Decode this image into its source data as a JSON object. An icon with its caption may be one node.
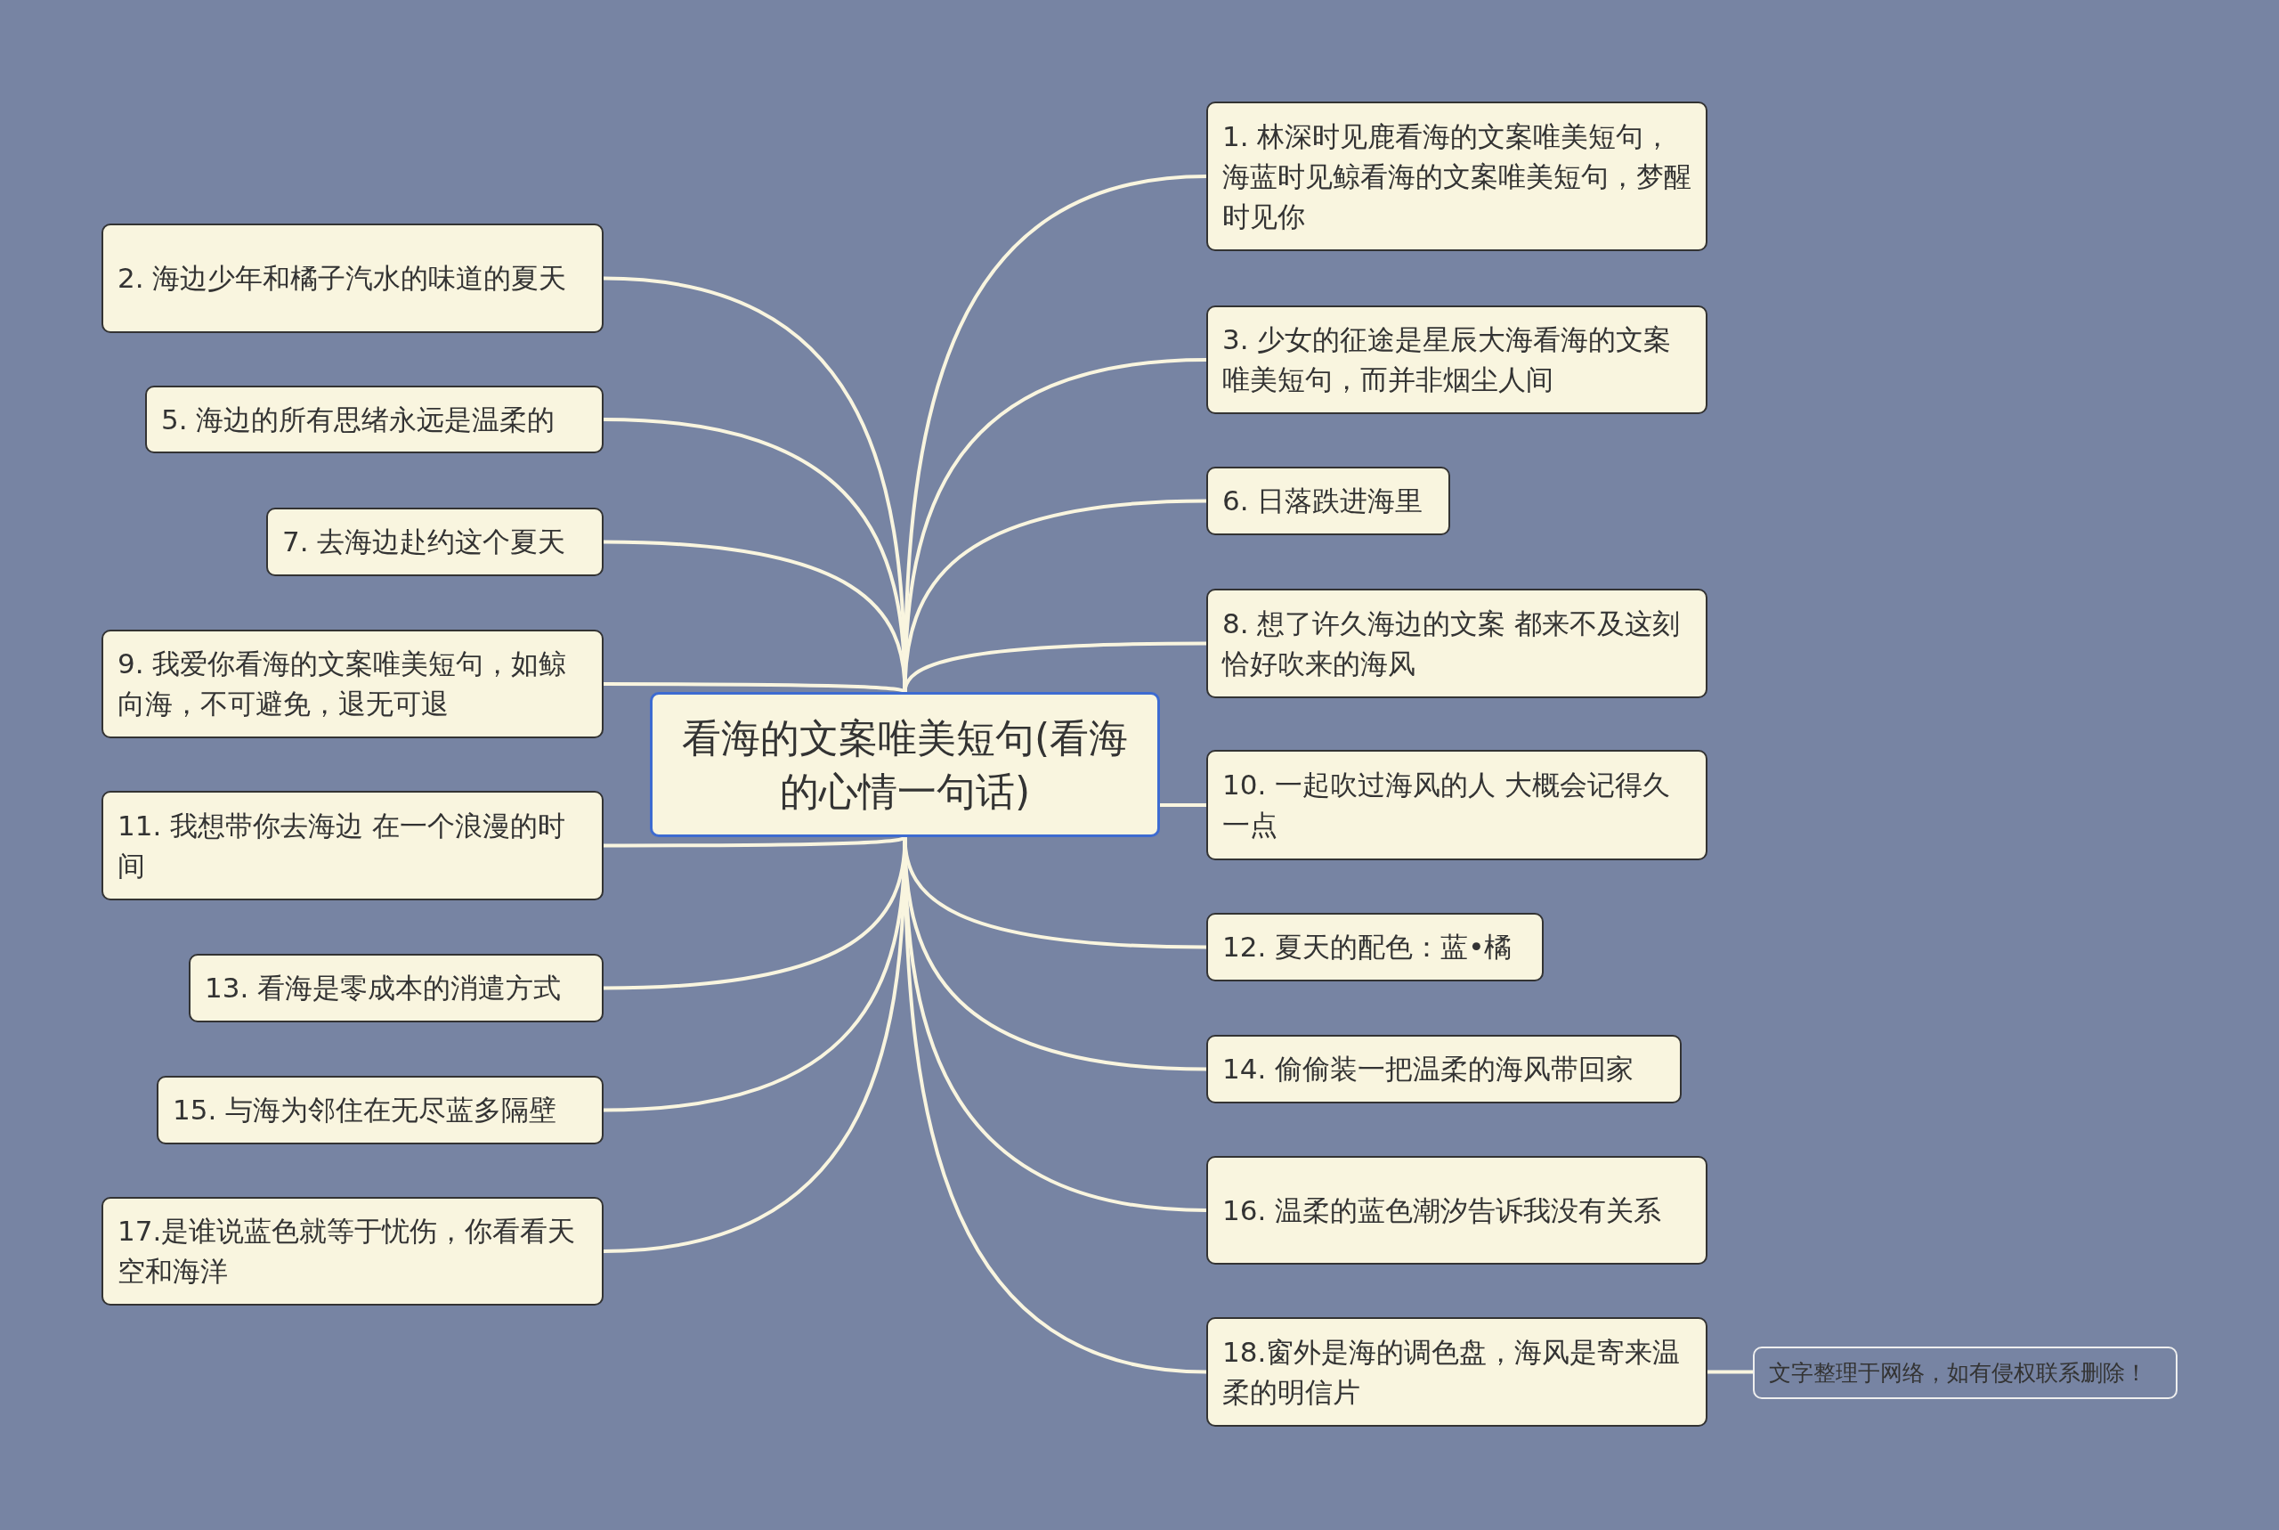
{
  "diagram": {
    "nodes": [
      {
        "text": [
          "看海的文案唯美短句(看海的心情一句话)"
        ]
      },
      {
        "text": [
          "1. 林深时见鹿看海的文案唯美短句，海蓝时见鲸看海的文案唯美短句，梦醒时见你"
        ]
      },
      {
        "text": [
          "2. 海边少年和橘子汽水的味道的夏天"
        ]
      },
      {
        "text": [
          "3. 少女的征途是星辰大海看海的文案唯美短句，而并非烟尘人间"
        ]
      },
      {
        "text": [
          "5. 海边的所有思绪永远是温柔的"
        ]
      },
      {
        "text": [
          "6. 日落跌进海里"
        ]
      },
      {
        "text": [
          "7. 去海边赴约这个夏天"
        ]
      },
      {
        "text": [
          "8. 想了许久海边的文案 都来不及这刻恰好吹来的海风"
        ]
      },
      {
        "text": [
          "9. 我爱你看海的文案唯美短句，如鲸向海，不可避免，退无可退"
        ]
      },
      {
        "text": [
          "10. 一起吹过海风的人 大概会记得久一点"
        ]
      },
      {
        "text": [
          "11. 我想带你去海边 在一个浪漫的时间"
        ]
      },
      {
        "text": [
          "12. 夏天的配色：蓝•橘"
        ]
      },
      {
        "text": [
          "13. 看海是零成本的消遣方式"
        ]
      },
      {
        "text": [
          "14. 偷偷装一把温柔的海风带回家"
        ]
      },
      {
        "text": [
          "15. 与海为邻住在无尽蓝多隔壁"
        ]
      },
      {
        "text": [
          "16. 温柔的蓝色潮汐告诉我没有关系"
        ]
      },
      {
        "text": [
          "17.是谁说蓝色就等于忧伤，你看看天空和海洋"
        ]
      },
      {
        "text": [
          "18.窗外是海的调色盘，海风是寄来温柔的明信片"
        ]
      },
      {
        "text": [
          "文字整理于网络，如有侵权联系删除！"
        ]
      }
    ],
    "edges": [
      {
        "from": 0,
        "to": 1,
        "arrow": "none"
      },
      {
        "from": 0,
        "to": 2,
        "arrow": "none"
      },
      {
        "from": 0,
        "to": 3,
        "arrow": "none"
      },
      {
        "from": 0,
        "to": 4,
        "arrow": "none"
      },
      {
        "from": 0,
        "to": 5,
        "arrow": "none"
      },
      {
        "from": 0,
        "to": 6,
        "arrow": "none"
      },
      {
        "from": 0,
        "to": 7,
        "arrow": "none"
      },
      {
        "from": 0,
        "to": 8,
        "arrow": "none"
      },
      {
        "from": 0,
        "to": 9,
        "arrow": "none"
      },
      {
        "from": 0,
        "to": 10,
        "arrow": "none"
      },
      {
        "from": 0,
        "to": 11,
        "arrow": "none"
      },
      {
        "from": 0,
        "to": 12,
        "arrow": "none"
      },
      {
        "from": 0,
        "to": 13,
        "arrow": "none"
      },
      {
        "from": 0,
        "to": 14,
        "arrow": "none"
      },
      {
        "from": 0,
        "to": 15,
        "arrow": "none"
      },
      {
        "from": 0,
        "to": 16,
        "arrow": "none"
      },
      {
        "from": 0,
        "to": 17,
        "arrow": "none"
      },
      {
        "from": 17,
        "to": 18,
        "arrow": "none"
      }
    ]
  }
}
